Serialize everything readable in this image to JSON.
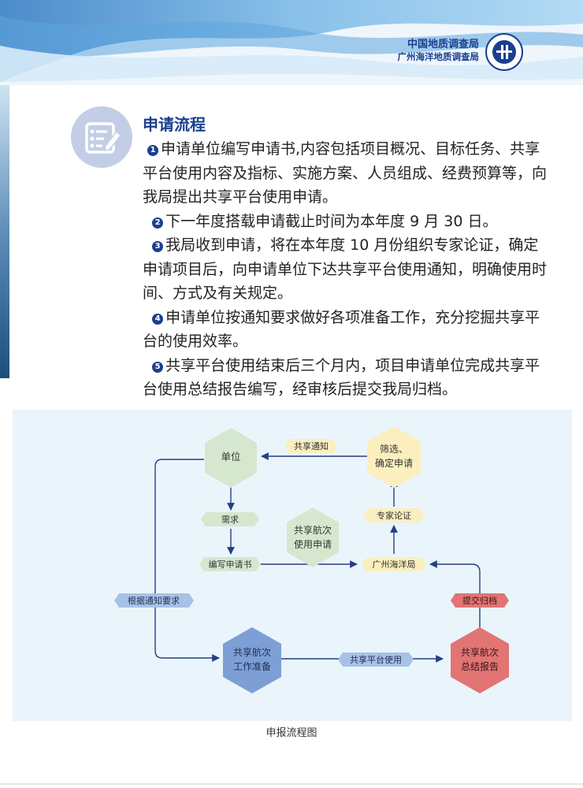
{
  "header": {
    "org_line1": "中国地质调查局",
    "org_line2": "广州海洋地质调查局"
  },
  "section": {
    "icon": "edit-form-icon",
    "title": "申请流程",
    "items": [
      {
        "num": "1",
        "text": "申请单位编写申请书,内容包括项目概况、目标任务、共享平台使用内容及指标、实施方案、人员组成、经费预算等，向我局提出共享平台使用申请。"
      },
      {
        "num": "2",
        "text": "下一年度搭载申请截止时间为本年度 9 月 30 日。"
      },
      {
        "num": "3",
        "text": "我局收到申请，将在本年度 10 月份组织专家论证，确定申请项目后，向申请单位下达共享平台使用通知，明确使用时间、方式及有关规定。"
      },
      {
        "num": "4",
        "text": "申请单位按通知要求做好各项准备工作，充分挖掘共享平台的使用效率。"
      },
      {
        "num": "5",
        "text": "共享平台使用结束后三个月内，项目申请单位完成共享平台使用总结报告编写，经审核后提交我局归档。"
      }
    ]
  },
  "diagram": {
    "colors": {
      "green": "#d5e8cf",
      "yellow": "#fbefbf",
      "blue": "#7d9fd5",
      "red": "#e27474",
      "arrow": "#233f87",
      "label_blue": "#a8c2e6",
      "label_red": "#e27474"
    },
    "nodes": {
      "unit": "单位",
      "screen_line1": "筛选、",
      "screen_line2": "确定申请",
      "apply_line1": "共享航次",
      "apply_line2": "使用申请",
      "prep_line1": "共享航次",
      "prep_line2": "工作准备",
      "report_line1": "共享航次",
      "report_line2": "总结报告"
    },
    "labels": {
      "notice": "共享通知",
      "demand": "需求",
      "write_application": "编写申请书",
      "expert_review": "专家论证",
      "guangzhou_bureau": "广州海洋局",
      "per_notice": "根据通知要求",
      "submit_archive": "提交归档",
      "platform_use": "共享平台使用"
    },
    "caption": "申报流程图"
  }
}
